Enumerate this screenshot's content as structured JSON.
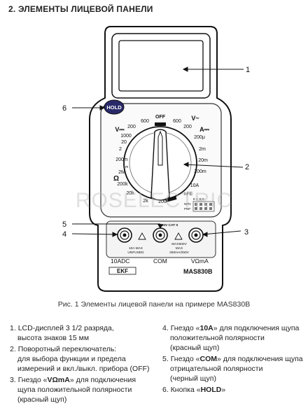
{
  "heading": "2.   ЭЛЕМЕНТЫ ЛИЦЕВОЙ ПАНЕЛИ",
  "callouts": {
    "lcd": "1",
    "dial": "2",
    "vomma": "3",
    "tenA": "4",
    "com": "5",
    "hold": "6"
  },
  "hold_button": "HOLD",
  "dial_labels": {
    "off": "OFF",
    "v_dc": "V⎓",
    "v_ac": "V~",
    "a_dc": "A⎓",
    "ohm": "Ω",
    "hfe": "hFE",
    "hfe_pins": "E C B E",
    "npn": "NPN",
    "pnp": "PNP",
    "v_dc_ranges": [
      "200",
      "600",
      "1000",
      "200m",
      "20"
    ],
    "v_ac_ranges": [
      "600",
      "200"
    ],
    "a_ranges": [
      "200μ",
      "2m",
      "20m",
      "200m",
      "10A"
    ],
    "ohm_ranges": [
      "200",
      "2k",
      "20k",
      "200k",
      "2M"
    ],
    "misc": [
      "2",
      "200",
      "200",
      "m"
    ]
  },
  "jacks": {
    "fuse_note_1": "10A MAX",
    "fuse_note_2": "UNFUSED",
    "cat": "600V CAT II",
    "max_note_1": "MAX600V",
    "max_note_2": "MAX",
    "max_note_3": "250mA/250V",
    "label_10adc": "10ADC",
    "label_com": "COM",
    "label_vomma": "VΩmA"
  },
  "brand": "EKF",
  "model": "MAS830B",
  "watermark": "ROSELECTRIC",
  "caption": "Рис. 1 Элементы лицевой панели на примере MAS830B",
  "legend": [
    {
      "n": "1.",
      "lines": [
        "LCD-дисплей 3 1/2 разряда,",
        "высота знаков 15 мм"
      ]
    },
    {
      "n": "2.",
      "lines": [
        "Поворотный переключатель:",
        "для выбора функции и предела",
        "измерений и вкл./выкл. прибора (OFF)"
      ]
    },
    {
      "n": "3.",
      "pre": "Гнездо «",
      "bold": "VΩmA",
      "post": "» для подключения",
      "lines": [
        "щупа положительной полярности",
        "(красный щуп)"
      ]
    },
    {
      "n": "4.",
      "pre": "Гнездо «",
      "bold": "10A",
      "post": "» для подключения щупа",
      "lines": [
        "положительной полярности",
        "(красный щуп)"
      ]
    },
    {
      "n": "5.",
      "pre": "Гнездо «",
      "bold": "COM",
      "post": "» для подключения щупа",
      "lines": [
        "отрицательной полярности",
        "(черный щуп)"
      ]
    },
    {
      "n": "6.",
      "pre": "Кнопка «",
      "bold": "HOLD",
      "post": "»",
      "lines": []
    }
  ]
}
